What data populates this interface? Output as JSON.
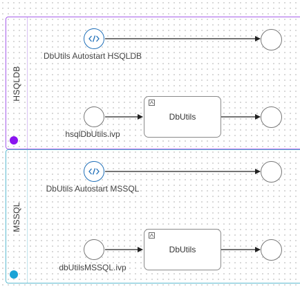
{
  "lanes": [
    {
      "label": "HSQLDB",
      "color": "#8a14f0",
      "rows": [
        {
          "start_kind": "program-start",
          "start_label": "DbUtils Autostart HSQLDB",
          "task": null
        },
        {
          "start_kind": "plain-start",
          "start_label": "hsqlDbUtils.ivp",
          "task": {
            "label": "DbUtils",
            "icon": "subprocess-icon"
          }
        }
      ]
    },
    {
      "label": "MSSQL",
      "color": "#1aa3d6",
      "rows": [
        {
          "start_kind": "program-start",
          "start_label": "DbUtils Autostart MSSQL",
          "task": null
        },
        {
          "start_kind": "plain-start",
          "start_label": "dbUtilsMSSQL.ivp",
          "task": {
            "label": "DbUtils",
            "icon": "subprocess-icon"
          }
        }
      ]
    }
  ],
  "icons": {
    "program_start": "code-brackets-icon",
    "end_event": "end-circle-icon"
  }
}
